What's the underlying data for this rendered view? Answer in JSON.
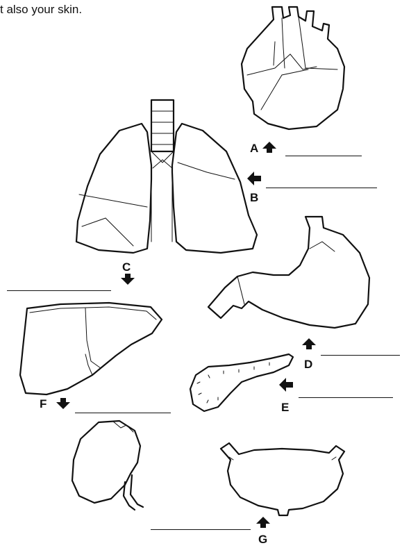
{
  "intro_text": "t also your skin.",
  "labels": {
    "a": "A",
    "b": "B",
    "c": "C",
    "d": "D",
    "e": "E",
    "f": "F",
    "g": "G"
  },
  "organs": [
    "heart",
    "lungs",
    "stomach",
    "liver",
    "pancreas",
    "kidney",
    "bladder"
  ],
  "arrow_directions": {
    "a": "up",
    "b": "left",
    "c": "down",
    "d": "up",
    "e": "left",
    "f": "down",
    "g": "up"
  }
}
